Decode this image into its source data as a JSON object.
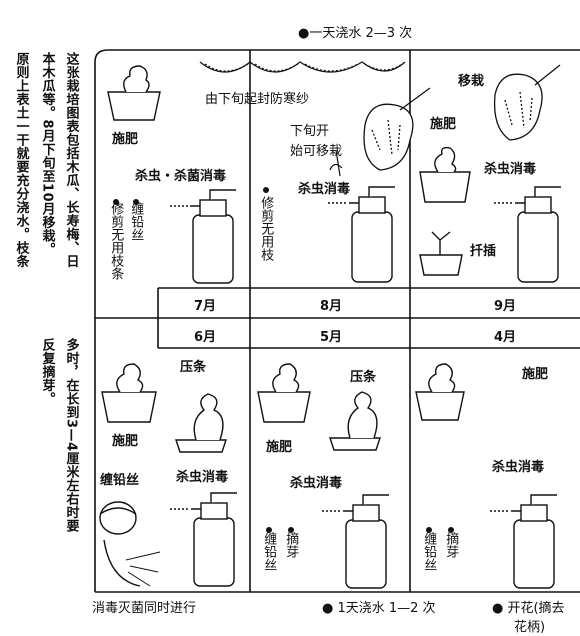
{
  "intro": {
    "col1": "这张栽培图表包括木瓜、长寿梅、日",
    "col2": "本木瓜等。8月下旬至10月移栽。",
    "col3": "原则上表土一干就要充分浇水。枝条",
    "col4": "多时，在长到3—4厘米左右时要",
    "col5": "反复摘芽。"
  },
  "top_note": "●一天浇水 2—3 次",
  "bottom_note_left": "消毒灭菌同时进行",
  "bottom_note_mid": "● 1天浇水 1—2 次",
  "bottom_note_right_1": "● 开花(摘去",
  "bottom_note_right_2": "花柄)",
  "top_labels": {
    "shade": "由下旬起封防寒纱",
    "transplant_start_1": "下旬开",
    "transplant_start_2": "始可移栽",
    "transplant": "移栽",
    "fert_jul": "施肥",
    "fert_sep": "施肥",
    "spray_jul": "杀虫・杀菌消毒",
    "spray_aug": "杀虫消毒",
    "spray_sep": "杀虫消毒",
    "cutting": "扦插",
    "prune_jul": "修剪无用枝条",
    "wire_jul": "缠铅丝",
    "prune_aug": "修剪无用枝"
  },
  "months_top": [
    "7月",
    "8月",
    "9月"
  ],
  "months_bottom": [
    "6月",
    "5月",
    "4月"
  ],
  "bottom_labels": {
    "layer_jun": "压条",
    "layer_may": "压条",
    "fert_jun": "施肥",
    "fert_may": "施肥",
    "fert_apr": "施肥",
    "wire_jun": "缠铅丝",
    "spray_jun": "杀虫消毒",
    "spray_may": "杀虫消毒",
    "spray_apr": "杀虫消毒",
    "wire_may": "缠铅丝",
    "pinch_may": "摘芽",
    "wire_apr": "缠铅丝",
    "pinch_apr": "摘芽"
  }
}
